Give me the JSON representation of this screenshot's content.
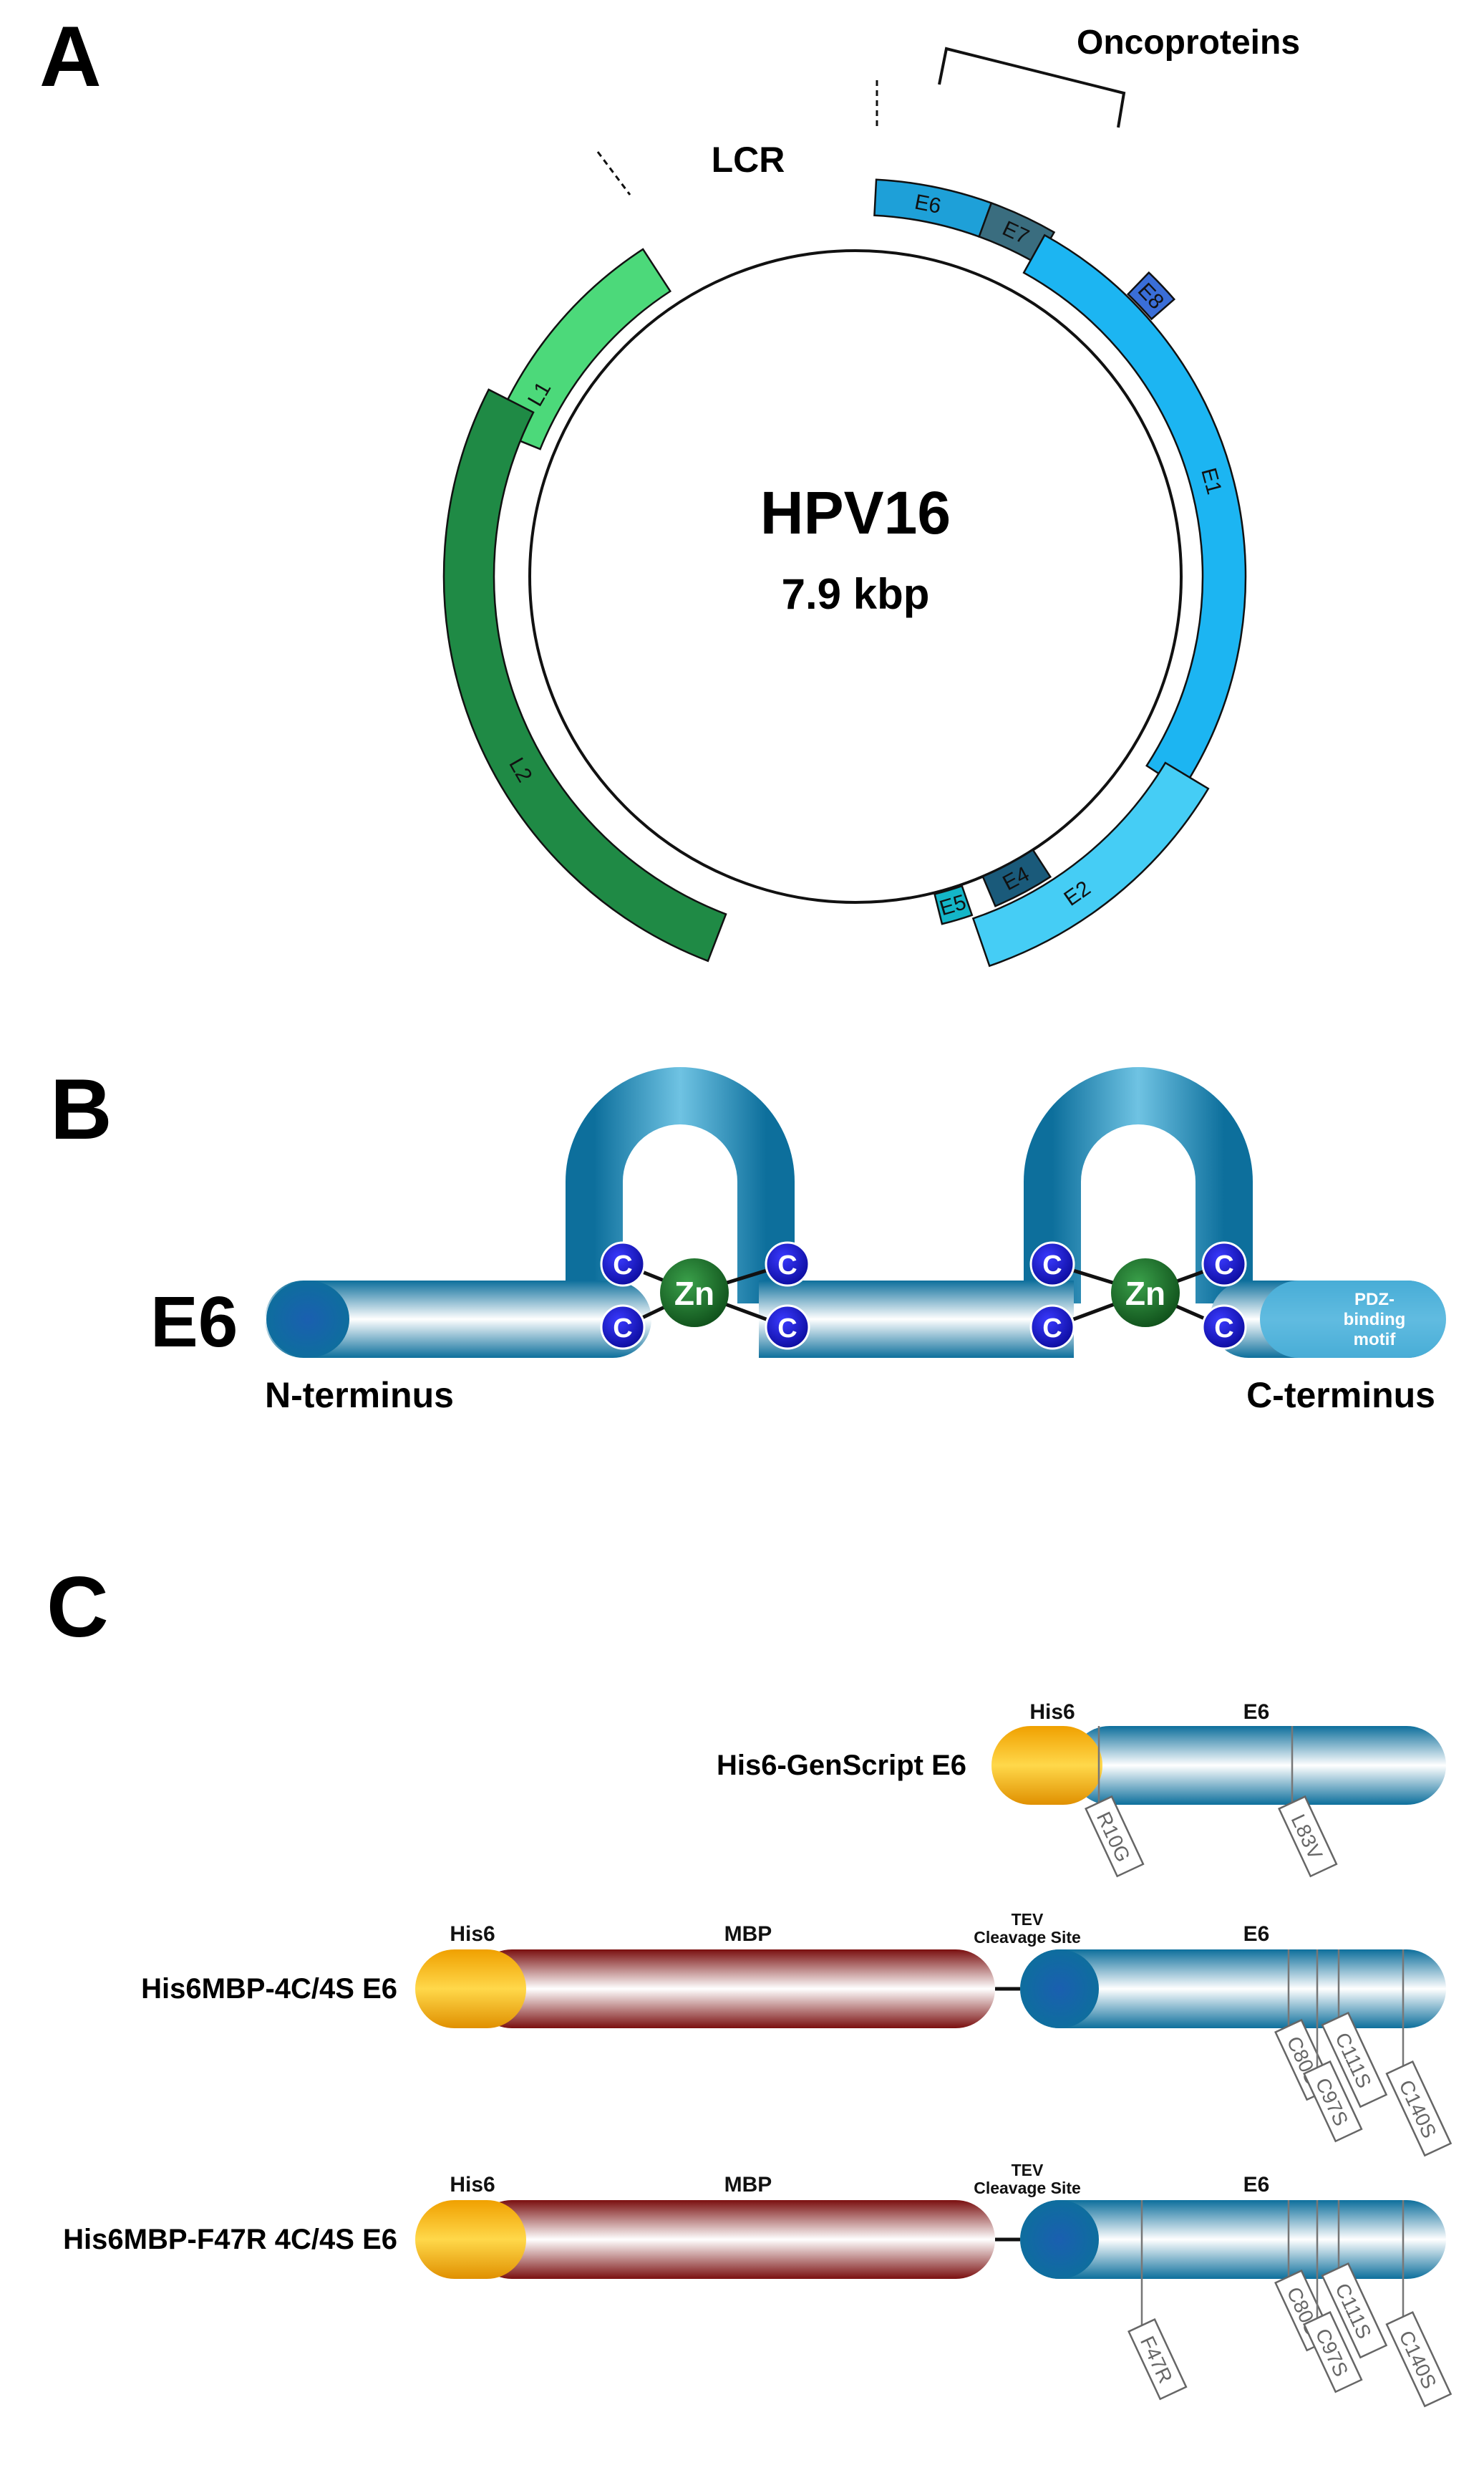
{
  "panels": {
    "a": "A",
    "b": "B",
    "c": "C"
  },
  "genome": {
    "name": "HPV16",
    "size": "7.9 kbp",
    "lcr_label": "LCR",
    "oncoproteins_label": "Oncoproteins",
    "genes": [
      {
        "id": "L1",
        "label": "L1",
        "color": "#4cd97a"
      },
      {
        "id": "L2",
        "label": "L2",
        "color": "#1f8a45"
      },
      {
        "id": "E6",
        "label": "E6",
        "color": "#1ea0d8"
      },
      {
        "id": "E7",
        "label": "E7",
        "color": "#3a6d7f"
      },
      {
        "id": "E8",
        "label": "E8",
        "color": "#3a6ed8"
      },
      {
        "id": "E1",
        "label": "E1",
        "color": "#1cb5f2"
      },
      {
        "id": "E2",
        "label": "E2",
        "color": "#45cdf5"
      },
      {
        "id": "E4",
        "label": "E4",
        "color": "#1a5a7a"
      },
      {
        "id": "E5",
        "label": "E5",
        "color": "#14b6c8"
      }
    ]
  },
  "protein": {
    "name": "E6",
    "n_terminus": "N-terminus",
    "c_terminus": "C-terminus",
    "zinc": "Zn",
    "cysteine": "C",
    "pdz_line1": "PDZ-",
    "pdz_line2": "binding",
    "pdz_line3": "motif",
    "colors": {
      "tube": "#1a95c4",
      "zinc": "#1d6b2a",
      "cys": "#1414c8"
    }
  },
  "constructs": {
    "his6_label": "His6",
    "mbp_label": "MBP",
    "e6_label": "E6",
    "tev_line1": "TEV",
    "tev_line2": "Cleavage Site",
    "colors": {
      "his6": "#f5a800",
      "mbp": "#8c1414",
      "e6": "#1a95c4"
    },
    "c1": {
      "name": "His6-GenScript E6",
      "mutations": [
        "R10G",
        "L83V"
      ]
    },
    "c2": {
      "name": "His6MBP-4C/4S E6",
      "mutations": [
        "C80S",
        "C97S",
        "C111S",
        "C140S"
      ]
    },
    "c3": {
      "name": "His6MBP-F47R 4C/4S E6",
      "mutations": [
        "F47R",
        "C80S",
        "C97S",
        "C111S",
        "C140S"
      ]
    }
  }
}
